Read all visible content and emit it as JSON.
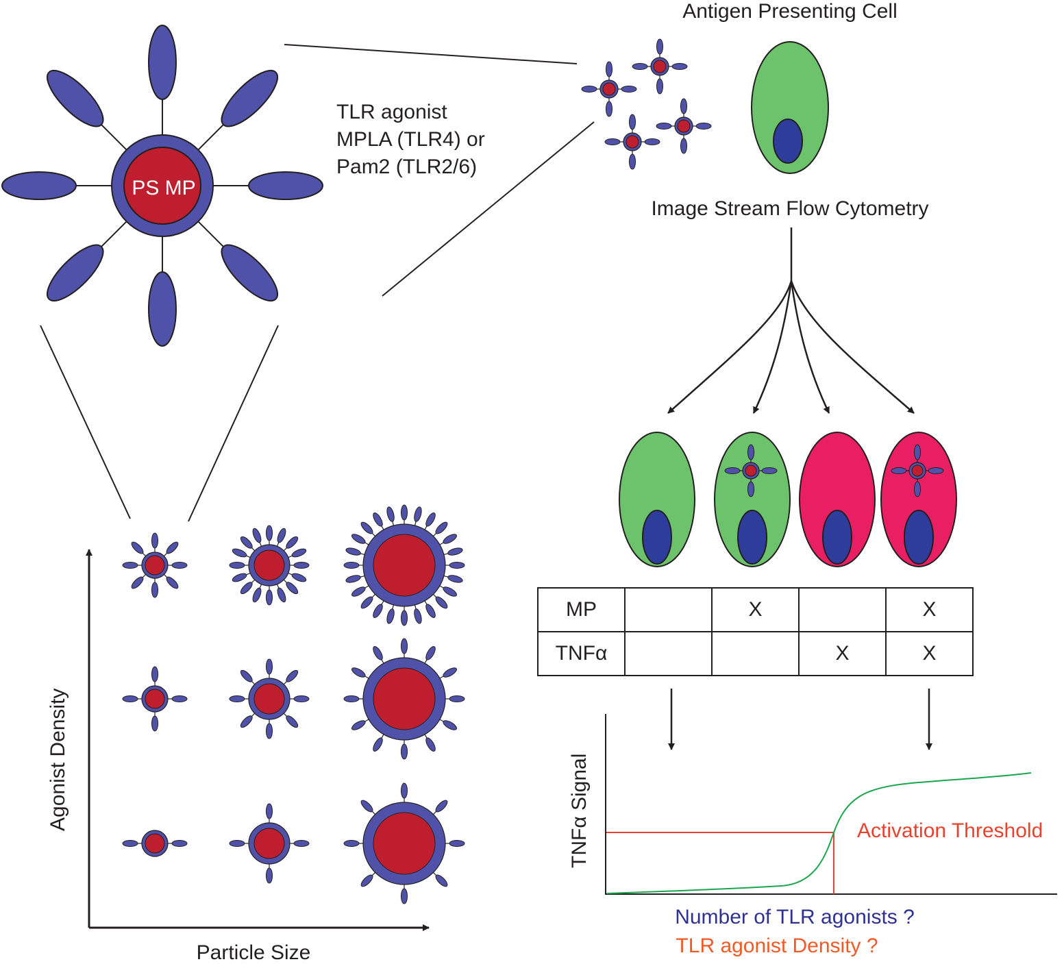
{
  "labels": {
    "antigen_presenting_cell": "Antigen Presenting Cell",
    "ps_mp": "PS MP",
    "tlr_agonist_line1": "TLR agonist",
    "tlr_agonist_line2": "MPLA (TLR4) or",
    "tlr_agonist_line3": "Pam2 (TLR2/6)",
    "image_stream": "Image Stream Flow Cytometry",
    "agonist_density_axis": "Agonist Density",
    "particle_size_axis": "Particle Size",
    "tnf_signal_axis": "TNFα Signal",
    "activation_threshold": "Activation Threshold",
    "number_of_agonists": "Number of TLR agonists ?",
    "agonist_density_question": "TLR agonist Density ?"
  },
  "table": {
    "rows": [
      {
        "label": "MP",
        "cells": [
          "",
          "X",
          "",
          "X"
        ]
      },
      {
        "label": "TNFα",
        "cells": [
          "",
          "",
          "X",
          "X"
        ]
      }
    ]
  },
  "colors": {
    "ligand_blue": "#4f52a8",
    "nucleus_blue": "#2e3d9c",
    "particle_red": "#be1e2d",
    "cell_green": "#6cc36c",
    "cell_pink": "#ea1e63",
    "threshold_red": "#e8412c",
    "curve_green": "#1aa64a"
  }
}
